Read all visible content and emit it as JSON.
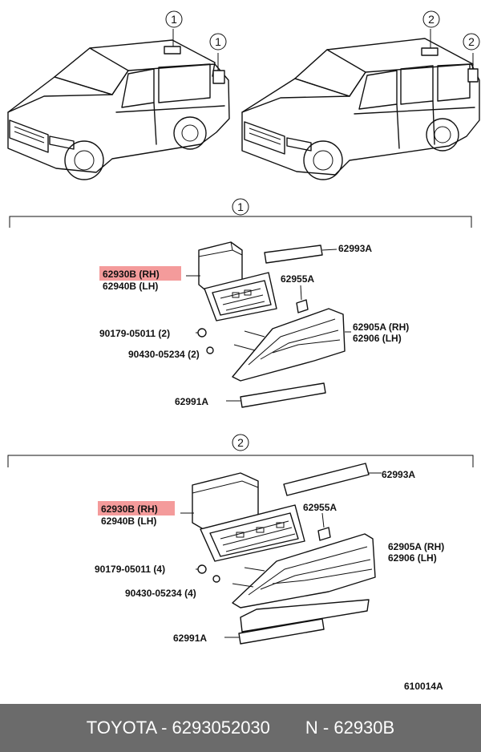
{
  "callouts": {
    "c1": "1",
    "c2": "2"
  },
  "section1": {
    "labels": {
      "p62993a": "62993A",
      "p62930b": "62930B (RH)",
      "p62940b": "62940B (LH)",
      "p62955a": "62955A",
      "p62905a": "62905A (RH)",
      "p62906": "62906   (LH)",
      "p90179": "90179-05011 (2)",
      "p90430": "90430-05234 (2)",
      "p62991a": "62991A"
    }
  },
  "section2": {
    "labels": {
      "p62993a": "62993A",
      "p62930b": "62930B (RH)",
      "p62940b": "62940B (LH)",
      "p62955a": "62955A",
      "p62905a": "62905A (RH)",
      "p62906": "62906   (LH)",
      "p90179": "90179-05011 (4)",
      "p90430": "90430-05234 (4)",
      "p62991a": "62991A"
    }
  },
  "diagram_code": "610014A",
  "footer": {
    "brand": "TOYOTA - 6293052030",
    "part": "N - 62930B"
  },
  "colors": {
    "highlight": "#f07a7a",
    "footer_bg": "#6b6b6b",
    "footer_text": "#ffffff"
  }
}
